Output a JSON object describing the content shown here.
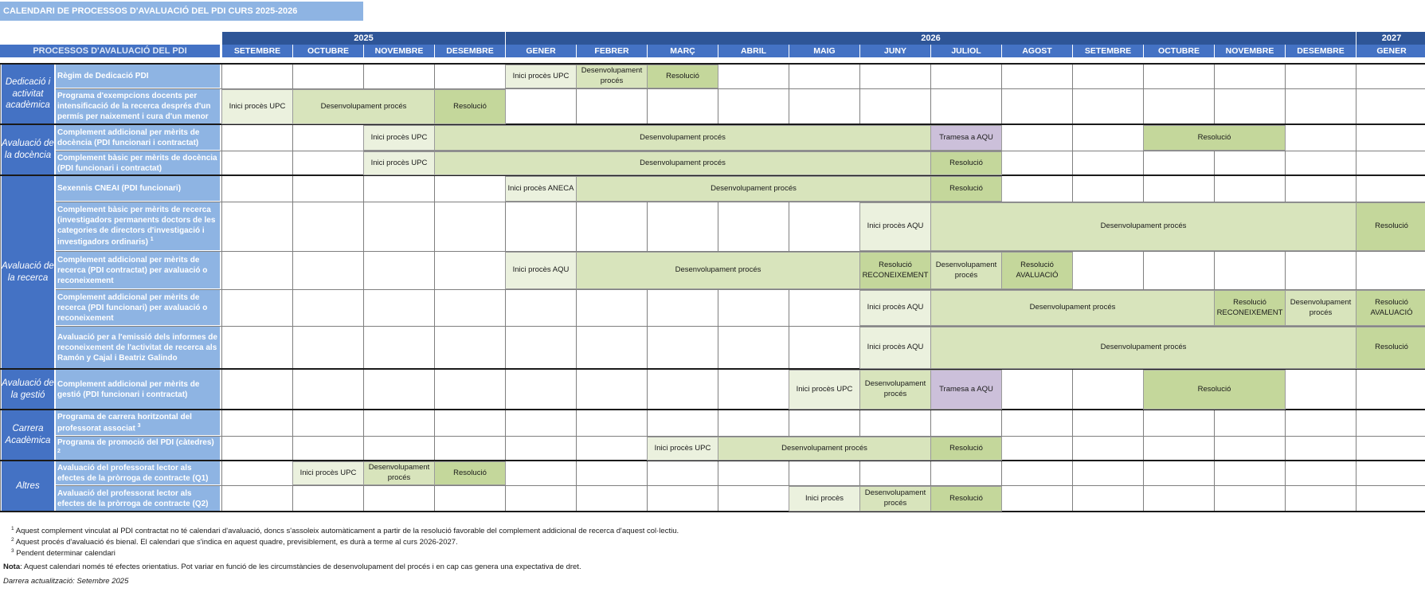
{
  "title": "CALENDARI DE PROCESSOS D'AVALUACIÓ DEL PDI CURS 2025-2026",
  "header": {
    "corner": "PROCESSOS D'AVALUACIÓ DEL PDI",
    "years": [
      "2025",
      "2026",
      "2027"
    ],
    "months": [
      "SETEMBRE",
      "OCTUBRE",
      "NOVEMBRE",
      "DESEMBRE",
      "GENER",
      "FEBRER",
      "MARÇ",
      "ABRIL",
      "MAIG",
      "JUNY",
      "JULIOL",
      "AGOST",
      "SETEMBRE",
      "OCTUBRE",
      "NOVEMBRE",
      "DESEMBRE",
      "GENER"
    ]
  },
  "categories": [
    "Dedicació i activitat acadèmica",
    "Avaluació de la docència",
    "Avaluació de la recerca",
    "Avaluació de la gestió",
    "Carrera Acadèmica",
    "Altres"
  ],
  "rows": [
    {
      "label": "Règim de Dedicació PDI",
      "sup": "",
      "events": [
        {
          "from": 4,
          "to": 4,
          "type": "inici",
          "text": "Inici procès UPC"
        },
        {
          "from": 5,
          "to": 5,
          "type": "dev",
          "text": "Desenvolupament procés"
        },
        {
          "from": 6,
          "to": 6,
          "type": "res",
          "text": "Resolució"
        }
      ]
    },
    {
      "label": "Programa d'exempcions docents per intensificació de la recerca després d'un permís per naixement i cura d'un menor",
      "sup": "",
      "events": [
        {
          "from": 0,
          "to": 0,
          "type": "inici",
          "text": "Inici procès UPC"
        },
        {
          "from": 1,
          "to": 2,
          "type": "dev",
          "text": "Desenvolupament procés"
        },
        {
          "from": 3,
          "to": 3,
          "type": "res",
          "text": "Resolució"
        }
      ]
    },
    {
      "label": "Complement addicional per mèrits de docència (PDI funcionari i contractat)",
      "sup": "",
      "events": [
        {
          "from": 2,
          "to": 2,
          "type": "inici",
          "text": "Inici procès UPC"
        },
        {
          "from": 3,
          "to": 9,
          "type": "dev",
          "text": "Desenvolupament procés"
        },
        {
          "from": 10,
          "to": 10,
          "type": "tram",
          "text": "Tramesa a AQU"
        },
        {
          "from": 13,
          "to": 14,
          "type": "res",
          "text": "Resolució"
        }
      ]
    },
    {
      "label": "Complement bàsic per mèrits de docència (PDI funcionari i contractat)",
      "sup": "",
      "events": [
        {
          "from": 2,
          "to": 2,
          "type": "inici",
          "text": "Inici procès UPC"
        },
        {
          "from": 3,
          "to": 9,
          "type": "dev",
          "text": "Desenvolupament procés"
        },
        {
          "from": 10,
          "to": 10,
          "type": "res",
          "text": "Resolució"
        }
      ]
    },
    {
      "label": "Sexennis CNEAI (PDI funcionari)",
      "sup": "",
      "events": [
        {
          "from": 4,
          "to": 4,
          "type": "inici",
          "text": "Inici procès ANECA"
        },
        {
          "from": 5,
          "to": 9,
          "type": "dev",
          "text": "Desenvolupament procés"
        },
        {
          "from": 10,
          "to": 10,
          "type": "res",
          "text": "Resolució"
        }
      ]
    },
    {
      "label": "Complement bàsic per mèrits de recerca (investigadors permanents doctors de les categories de directors d'investigació i investigadors ordinaris)",
      "sup": "1",
      "events": [
        {
          "from": 9,
          "to": 9,
          "type": "inici",
          "text": "Inici procès AQU"
        },
        {
          "from": 10,
          "to": 15,
          "type": "dev",
          "text": "Desenvolupament procés"
        },
        {
          "from": 16,
          "to": 16,
          "type": "res",
          "text": "Resolució"
        }
      ]
    },
    {
      "label": "Complement addicional per mèrits de recerca (PDI contractat) per avaluació o reconeixement",
      "sup": "",
      "events": [
        {
          "from": 4,
          "to": 4,
          "type": "inici",
          "text": "Inici procès AQU"
        },
        {
          "from": 5,
          "to": 8,
          "type": "dev",
          "text": "Desenvolupament procés"
        },
        {
          "from": 9,
          "to": 9,
          "type": "res",
          "text": "Resolució RECONEIXEMENT"
        },
        {
          "from": 10,
          "to": 10,
          "type": "dev",
          "text": "Desenvolupament procés"
        },
        {
          "from": 11,
          "to": 11,
          "type": "res",
          "text": "Resolució AVALUACIÓ"
        }
      ]
    },
    {
      "label": "Complement addicional per mèrits de recerca (PDI funcionari) per avaluació o reconeixement",
      "sup": "",
      "events": [
        {
          "from": 9,
          "to": 9,
          "type": "inici",
          "text": "Inici procès AQU"
        },
        {
          "from": 10,
          "to": 13,
          "type": "dev",
          "text": "Desenvolupament procés"
        },
        {
          "from": 14,
          "to": 14,
          "type": "res",
          "text": "Resolució RECONEIXEMENT"
        },
        {
          "from": 15,
          "to": 15,
          "type": "dev",
          "text": "Desenvolupament procés"
        },
        {
          "from": 16,
          "to": 16,
          "type": "res",
          "text": "Resolució AVALUACIÓ"
        }
      ]
    },
    {
      "label": "Avaluació per a l'emissió dels informes de reconeixement de l'activitat de recerca als Ramón y Cajal i Beatriz Galindo",
      "sup": "",
      "events": [
        {
          "from": 9,
          "to": 9,
          "type": "inici",
          "text": "Inici procès AQU"
        },
        {
          "from": 10,
          "to": 15,
          "type": "dev",
          "text": "Desenvolupament procés"
        },
        {
          "from": 16,
          "to": 16,
          "type": "res",
          "text": "Resolució"
        }
      ]
    },
    {
      "label": "Complement addicional per mèrits de gestió (PDI funcionari i contractat)",
      "sup": "",
      "events": [
        {
          "from": 8,
          "to": 8,
          "type": "inici",
          "text": "Inici procès UPC"
        },
        {
          "from": 9,
          "to": 9,
          "type": "dev",
          "text": "Desenvolupament procés"
        },
        {
          "from": 10,
          "to": 10,
          "type": "tram",
          "text": "Tramesa a AQU"
        },
        {
          "from": 13,
          "to": 14,
          "type": "res",
          "text": "Resolució"
        }
      ]
    },
    {
      "label": "Programa de carrera horitzontal del professorat associat",
      "sup": "3",
      "events": []
    },
    {
      "label": "Programa de promoció del PDI (càtedres)",
      "sup": "2",
      "events": [
        {
          "from": 6,
          "to": 6,
          "type": "inici",
          "text": "Inici procès UPC"
        },
        {
          "from": 7,
          "to": 9,
          "type": "dev",
          "text": "Desenvolupament procés"
        },
        {
          "from": 10,
          "to": 10,
          "type": "res",
          "text": "Resolució"
        }
      ]
    },
    {
      "label": "Avaluació del professorat lector als efectes de la pròrroga de contracte (Q1)",
      "sup": "",
      "events": [
        {
          "from": 1,
          "to": 1,
          "type": "inici",
          "text": "Inici procès UPC"
        },
        {
          "from": 2,
          "to": 2,
          "type": "dev",
          "text": "Desenvolupament procés"
        },
        {
          "from": 3,
          "to": 3,
          "type": "res",
          "text": "Resolució"
        }
      ]
    },
    {
      "label": "Avaluació del professorat lector als efectes de la pròrroga de contracte (Q2)",
      "sup": "",
      "events": [
        {
          "from": 8,
          "to": 8,
          "type": "inici",
          "text": "Inici procès"
        },
        {
          "from": 9,
          "to": 9,
          "type": "dev",
          "text": "Desenvolupament procés"
        },
        {
          "from": 10,
          "to": 10,
          "type": "res",
          "text": "Resolució"
        }
      ]
    }
  ],
  "notes": {
    "n1": {
      "sup": "1",
      "text": " Aquest complement vinculat al PDI contractat no té calendari d'avaluació, doncs s'assoleix automàticament a partir de la resolució favorable del complement addicional de recerca d'aquest col·lectiu."
    },
    "n2": {
      "sup": "2",
      "text": " Aquest procés d'avaluació és bienal. El calendari que s'indica en aquest quadre, previsiblement, es durà a terme al curs 2026-2027."
    },
    "n3": {
      "sup": "3",
      "text": " Pendent determinar calendari"
    },
    "nota_label": "Nota",
    "nota_text": ": Aquest calendari només té efectes orientatius. Pot variar en funció de les circumstàncies de desenvolupament del procés i en cap cas genera una expectativa de dret.",
    "updated": "Darrera actualització: Setembre 2025"
  }
}
